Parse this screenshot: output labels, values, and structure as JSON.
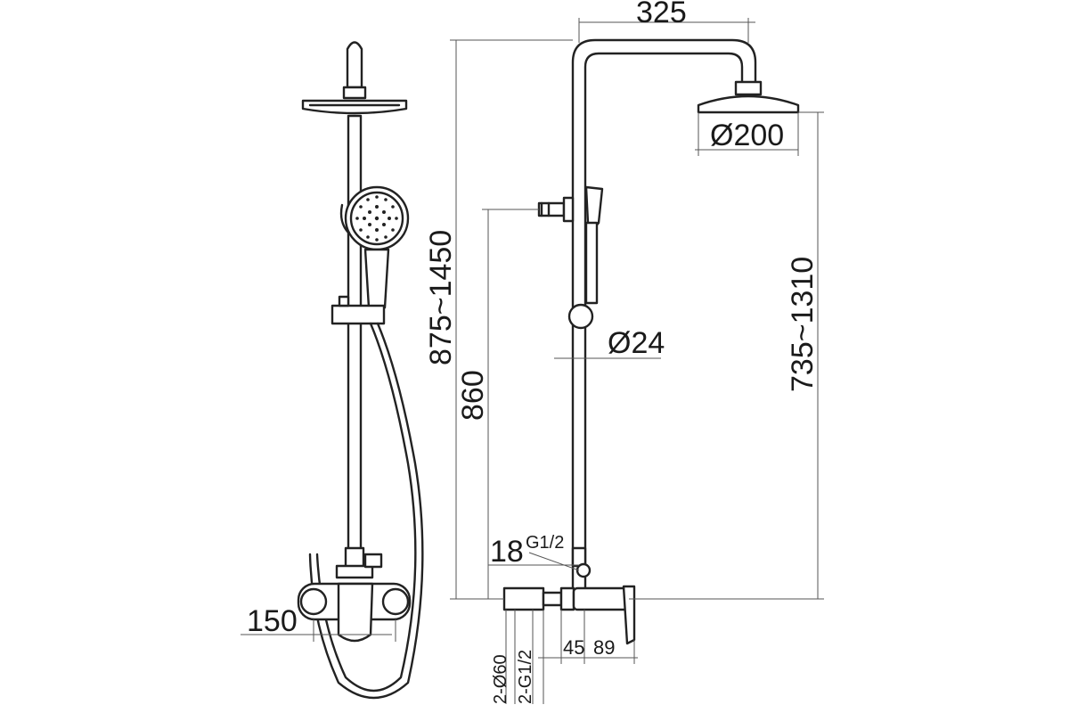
{
  "dimensions": {
    "head_offset": "325",
    "head_diameter": "Ø200",
    "total_height": "875~1450",
    "handheld_height": "860",
    "pipe_diameter": "Ø24",
    "adjust_height": "735~1310",
    "inlet_offset": "18",
    "outlet_thread": "G1/2",
    "mixer_spacing": "150",
    "depth_a": "45",
    "depth_b": "89",
    "escutcheon": "2-Ø60",
    "inlet_threads": "2-G1/2"
  },
  "colors": {
    "line": "#222222",
    "dimension": "#555555",
    "background": "#ffffff"
  }
}
